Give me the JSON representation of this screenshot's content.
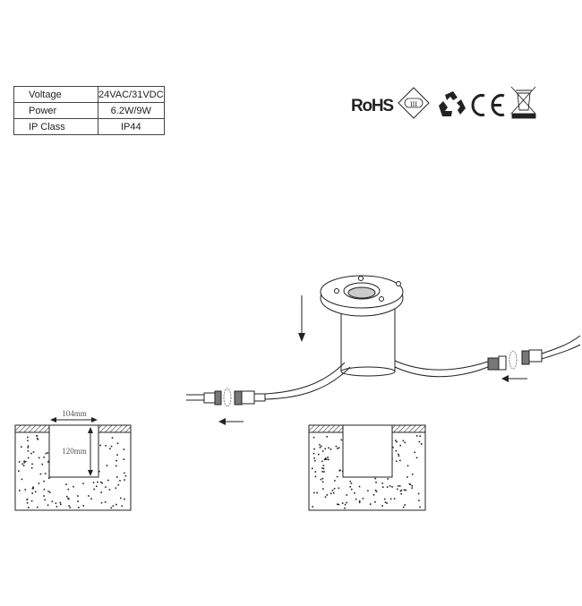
{
  "specs": [
    {
      "label": "Voltage",
      "value": "24VAC/31VDC"
    },
    {
      "label": "Power",
      "value": "6.2W/9W"
    },
    {
      "label": "IP Class",
      "value": "IP44"
    }
  ],
  "certifications": {
    "rohs": "RoHS",
    "class": "III"
  },
  "dimensions": {
    "width": "104mm",
    "depth": "120mm"
  }
}
